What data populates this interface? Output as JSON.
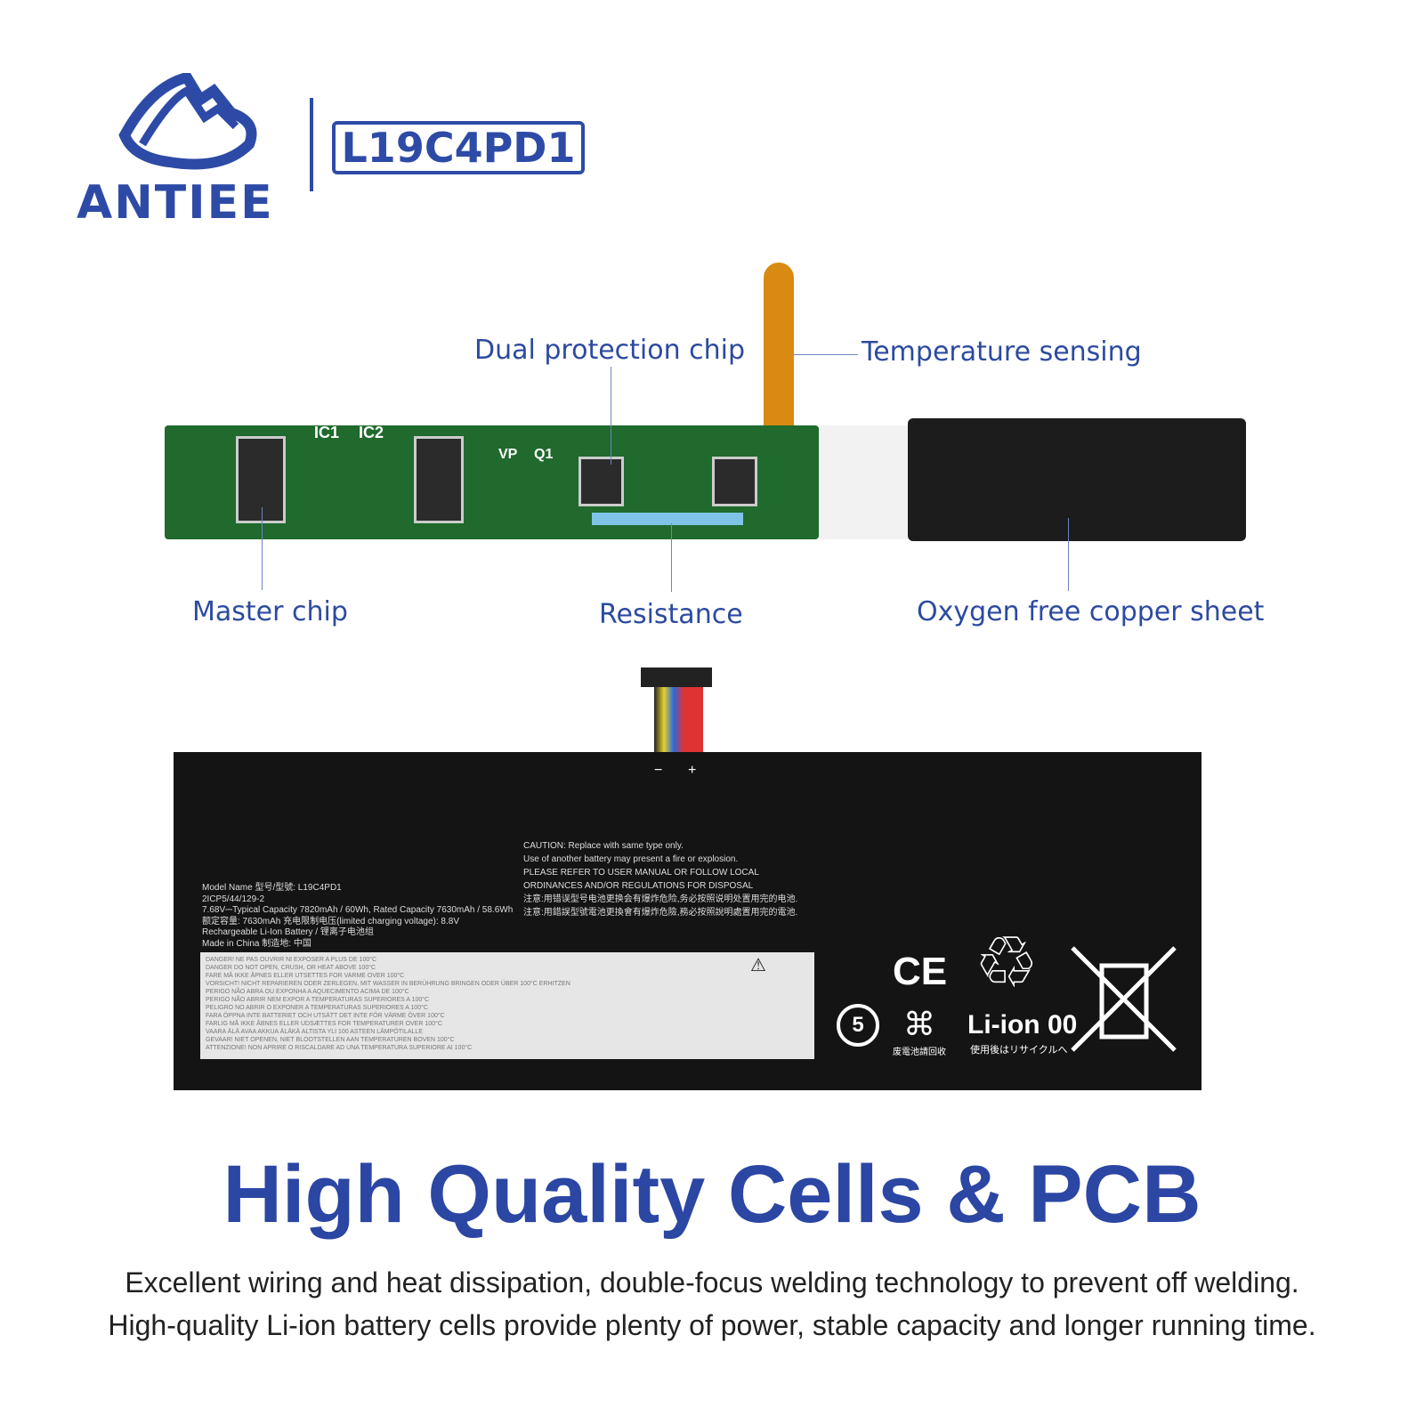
{
  "brand": {
    "name": "ANTIEE",
    "model": "L19C4PD1"
  },
  "callouts": {
    "dual_protection_chip": "Dual protection chip",
    "temperature_sensing": "Temperature sensing",
    "master_chip": "Master chip",
    "resistance": "Resistance",
    "oxygen_free_copper_sheet": "Oxygen free copper sheet"
  },
  "pcb_marks": {
    "ic1": "IC1",
    "ic2": "IC2",
    "vp": "VP",
    "q1": "Q1"
  },
  "battery_label": {
    "polarity": [
      "−",
      "+"
    ],
    "caution": [
      "CAUTION: Replace with same type only.",
      "Use of another battery may present a fire or explosion.",
      "PLEASE REFER TO USER MANUAL OR FOLLOW LOCAL",
      "ORDINANCES  AND/OR REGULATIONS FOR DISPOSAL",
      "注意:用错误型号电池更换会有爆炸危险,务必按照说明处置用完的电池.",
      "注意:用錯誤型號電池更換會有爆炸危險,務必按照說明處置用完的電池."
    ],
    "specs": [
      "Model Name 型号/型號: L19C4PD1",
      "2ICP5/44/129-2",
      "7.68V⎓Typical Capacity 7820mAh / 60Wh, Rated Capacity 7630mAh / 58.6Wh",
      "额定容量: 7630mAh  充电限制电压(limited charging voltage): 8.8V",
      "Rechargeable Li-Ion Battery / 锂离子电池组",
      "Made in China 制造地: 中国"
    ],
    "warnings": [
      "DANGER!  NE PAS OUVRIR NI EXPOSER A PLUS DE 100°C",
      "DANGER  DO NOT OPEN, CRUSH, OR HEAT ABOVE 100°C",
      "FARE  MÅ IKKE ÅPNES ELLER UTSETTES FOR VARME OVER 100°C",
      "VORSICHT!  NICHT REPARIEREN ODER ZERLEGEN, MIT WASSER IN BERÜHRUNG BRINGEN ODER ÜBER 100°C ERHITZEN",
      "PERIGO  NÃO ABRA OU EXPONHA A AQUECIMENTO ACIMA DE 100°C",
      "PERIGO  NÃO ABRIR NEM EXPOR A TEMPERATURAS SUPERIORES A 100°C",
      "PELIGRO  NO ABRIR O EXPONER A TEMPERATURAS SUPERIORES A 100°C",
      "FARA  ÖPPNA INTE BATTERIET OCH UTSÄTT DET INTE FÖR VÄRME ÖVER 100°C",
      "FARLIG  MÅ IKKE ÅBNES ELLER UDSÆTTES FOR TEMPERATURER OVER 100°C",
      "VAARA  ÄLÄ AVAA AKKUA ÄLÄKÄ ALTISTA YLI 100 ASTEEN LÄMPÖTILALLE",
      "GEVAAR!  NIET OPENEN, NIET BLOOTSTELLEN AAN TEMPERATUREN BOVEN 100°C",
      "ATTENZIONE!  NON APRIRE O RISCALDARE AD UNA TEMPERATURA SUPERIORE AI 100°C"
    ],
    "symbols": {
      "ce": "CE",
      "recycle_cn": "废電池請回收",
      "liion": "Li-ion 00",
      "recycle_jp": "使用後はリサイクルへ",
      "num": "5"
    }
  },
  "headline": "High Quality Cells & PCB",
  "description": [
    "Excellent wiring and heat dissipation, double-focus welding technology to prevent off welding.",
    "High-quality Li-ion battery cells provide plenty of power, stable capacity and longer running time."
  ]
}
